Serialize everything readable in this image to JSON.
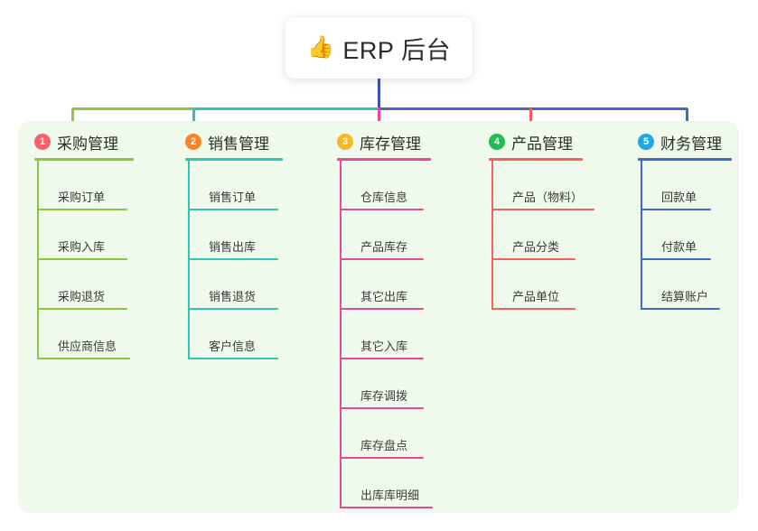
{
  "root": {
    "emoji": "👍",
    "emoji_name": "thumbs-up-icon",
    "title": "ERP 后台"
  },
  "colors": {
    "canvas_background": "#ffffff",
    "panel_background": "#effaec",
    "card_background": "#ffffff",
    "root_stem": "#3f51b5",
    "text": "#2d2d2d"
  },
  "columns": [
    {
      "number": "1",
      "title": "采购管理",
      "badge_color": "#f8616b",
      "line_color": "#8cc63f",
      "items": [
        "采购订单",
        "采购入库",
        "采购退货",
        "供应商信息"
      ]
    },
    {
      "number": "2",
      "title": "销售管理",
      "badge_color": "#f5842b",
      "line_color": "#2ec4b6",
      "items": [
        "销售订单",
        "销售出库",
        "销售退货",
        "客户信息"
      ]
    },
    {
      "number": "3",
      "title": "库存管理",
      "badge_color": "#f5b827",
      "line_color": "#ec4899",
      "items": [
        "仓库信息",
        "产品库存",
        "其它出库",
        "其它入库",
        "库存调拨",
        "库存盘点",
        "出库库明细"
      ]
    },
    {
      "number": "4",
      "title": "产品管理",
      "badge_color": "#22bb55",
      "line_color": "#f4605c",
      "items": [
        "产品（物料）",
        "产品分类",
        "产品单位"
      ]
    },
    {
      "number": "5",
      "title": "财务管理",
      "badge_color": "#22a7e0",
      "line_color": "#4169c9",
      "items": [
        "回款单",
        "付款单",
        "结算账户"
      ]
    }
  ],
  "connectors": {
    "trunk_color": "#3f51b5",
    "bus_segments": [
      {
        "from_color": "#8cc63f",
        "to_color": "#2ec4b6"
      },
      {
        "from_color": "#2ec4b6",
        "to_color": "#4169c9"
      }
    ]
  }
}
